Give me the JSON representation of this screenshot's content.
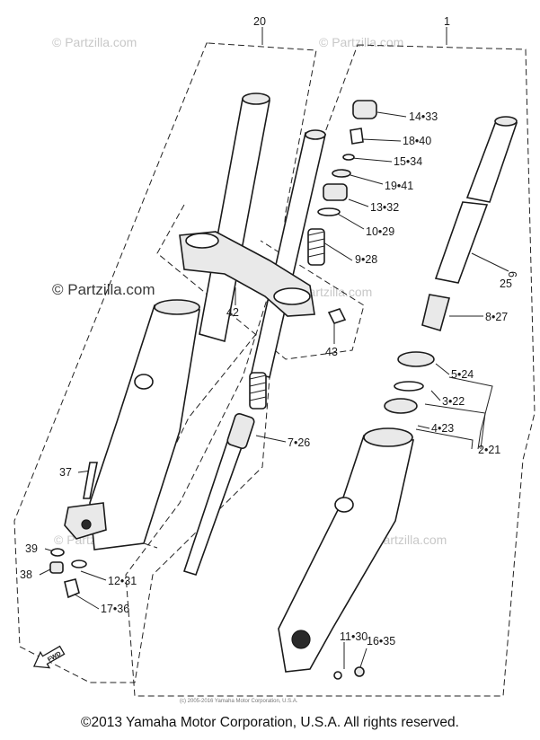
{
  "watermarks": {
    "small": "© Partzilla.com",
    "large": "© Partzilla.com"
  },
  "labels": {
    "p20": "20",
    "p1": "1",
    "p14": "14•33",
    "p18": "18•40",
    "p15": "15•34",
    "p19": "19•41",
    "p13": "13•32",
    "p10": "10•29",
    "p9": "9•28",
    "p6": "6",
    "p25": "25",
    "p8": "8•27",
    "p42": "42",
    "p43": "43",
    "p5": "5•24",
    "p3": "3•22",
    "p4": "4•23",
    "p2": "2•21",
    "p7": "7•26",
    "p37": "37",
    "p39": "39",
    "p38": "38",
    "p12": "12•31",
    "p17": "17•36",
    "p11": "11•30",
    "p16": "16•35",
    "fwd": "FWD"
  },
  "inner_copyright": "(c) 2005-2016 Yamaha Motor Corporation, U.S.A.",
  "footer": {
    "copyright": "©2013 Yamaha Motor Corporation, U.S.A. All rights reserved."
  }
}
